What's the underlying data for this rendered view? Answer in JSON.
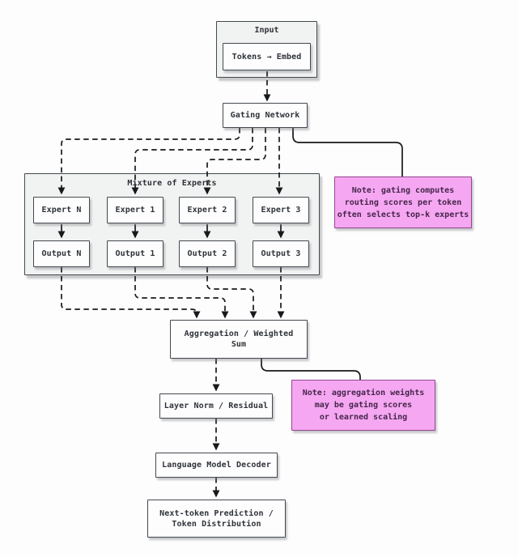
{
  "colors": {
    "note_fill": "#f5a7f2",
    "note_border": "#94458f",
    "box_border": "#44484e",
    "box_fill": "#fdfdfe",
    "container_fill": "#f1f2f2",
    "line": "#17191c",
    "text": "#2e3238",
    "note_text": "#45264a",
    "page_bg": "#fdfdfd"
  },
  "nodes": {
    "input_group": "Input",
    "tokens_embed": "Tokens → Embed",
    "gating": "Gating Network",
    "moe_title": "Mixture of Experts",
    "experts": [
      "Expert N",
      "Expert 1",
      "Expert 2",
      "Expert 3"
    ],
    "outputs": [
      "Output N",
      "Output 1",
      "Output 2",
      "Output 3"
    ],
    "aggregation": [
      "Aggregation / Weighted",
      "Sum"
    ],
    "layer_norm": "Layer Norm / Residual",
    "decoder": "Language Model Decoder",
    "prediction": [
      "Next-token Prediction /",
      "Token Distribution"
    ]
  },
  "notes": {
    "gating": [
      "Note: gating computes",
      "routing scores per token",
      "often selects top-k experts"
    ],
    "aggregation": [
      "Note: aggregation weights",
      "may be gating scores",
      "or learned scaling"
    ]
  }
}
